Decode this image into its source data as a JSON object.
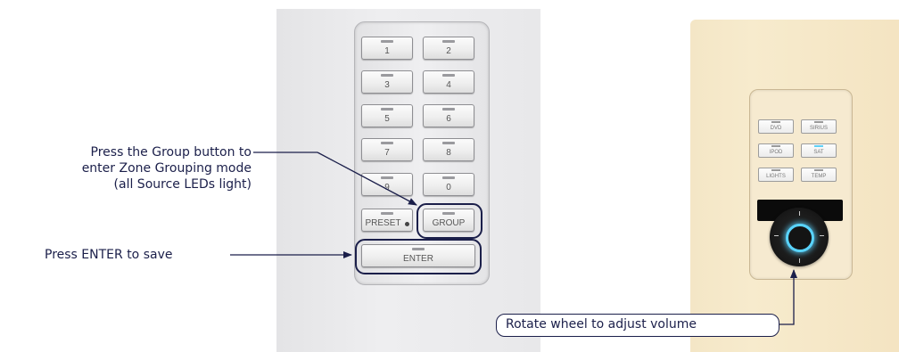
{
  "keypad": {
    "keys": [
      "1",
      "2",
      "3",
      "4",
      "5",
      "6",
      "7",
      "8",
      "9",
      "0"
    ],
    "preset_label": "PRESET",
    "group_label": "GROUP",
    "enter_label": "ENTER"
  },
  "source_panel": {
    "keys": [
      "DVD",
      "SIRIUS",
      "IPOD",
      "SAT",
      "LIGHTS",
      "TEMP"
    ]
  },
  "callouts": {
    "group_line1": "Press the Group button to",
    "group_line2": "enter Zone Grouping mode",
    "group_line3": "(all Source LEDs light)",
    "enter": "Press ENTER to save",
    "volume": "Rotate wheel to adjust volume"
  },
  "colors": {
    "annotation": "#1b1f4a",
    "lit_led": "#5fd0f5",
    "cream_panel": "#f4e6c6"
  }
}
